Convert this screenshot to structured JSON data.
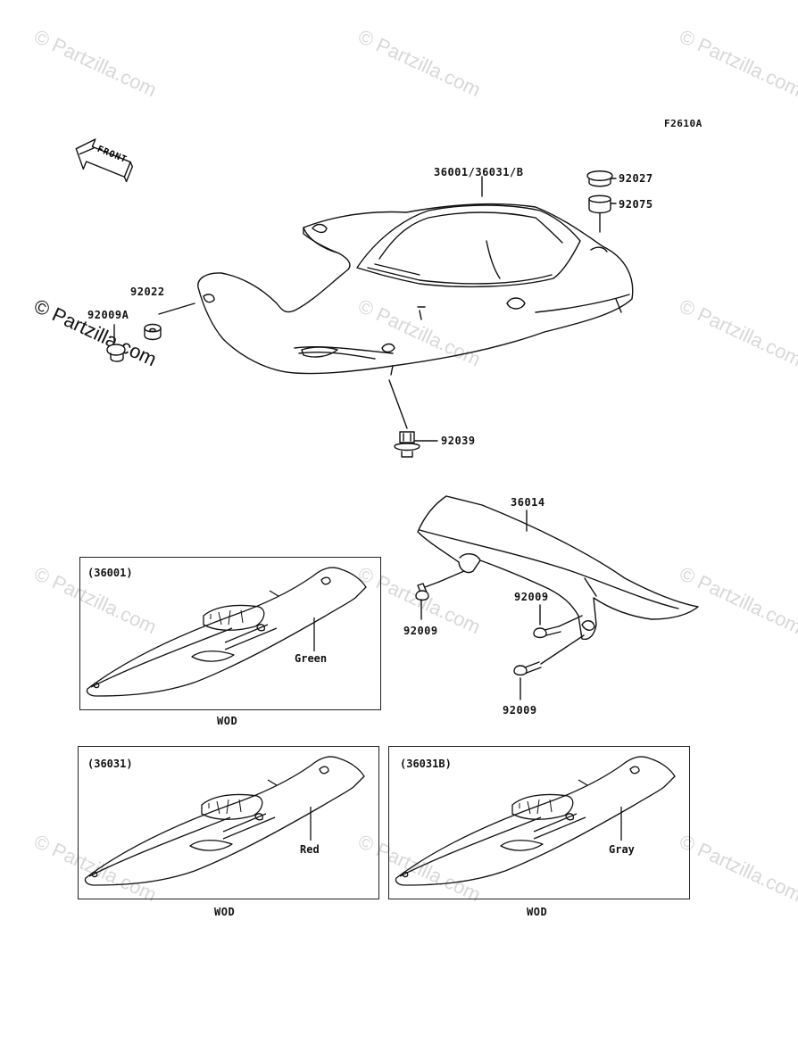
{
  "diagram_code": "F2610A",
  "front_label": "FRONT",
  "watermark": "© Partzilla.com",
  "parts": {
    "seat_cowl": "36001/36031/B",
    "cap": "92027",
    "damper": "92075",
    "collar": "92022",
    "clip_a": "92009A",
    "rivet": "92039",
    "chain_cover": "36014",
    "bolt_top": "92009",
    "bolt_mid": "92009",
    "bolt_bottom": "92009"
  },
  "variants": [
    {
      "part": "(36001)",
      "color": "Green",
      "code": "WOD"
    },
    {
      "part": "(36031)",
      "color": "Red",
      "code": "WOD"
    },
    {
      "part": "(36031B)",
      "color": "Gray",
      "code": "WOD"
    }
  ]
}
